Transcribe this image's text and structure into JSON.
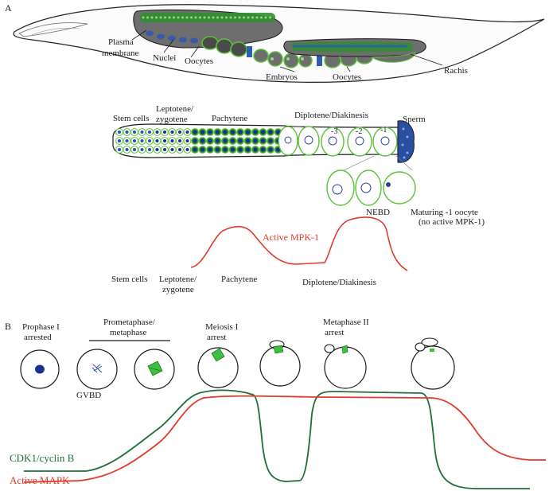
{
  "panel_a": {
    "letter": "A",
    "worm_labels": {
      "plasma_membrane_line1": "Plasma",
      "plasma_membrane_line2": "membrane",
      "nuclei": "Nuclei",
      "oocytes_left": "Oocytes",
      "embryos": "Embryos",
      "oocytes_right": "Oocytes",
      "rachis": "Rachis"
    },
    "gonad_labels": {
      "stem_cells": "Stem cells",
      "leptotene_line1": "Leptotene/",
      "leptotene_line2": "zygotene",
      "pachytene": "Pachytene",
      "diplotene": "Diplotene/Diakinesis",
      "sperm": "Sperm",
      "oocyte_minus3": "-3",
      "oocyte_minus2": "-2",
      "oocyte_minus1": "-1"
    },
    "maturation_labels": {
      "nebd": "NEBD",
      "maturing_line1": "Maturing -1 oocyte",
      "maturing_line2": "(no active MPK-1)"
    },
    "mpk_curve": {
      "label": "Active MPK-1",
      "color": "#e23a2a",
      "x_labels": {
        "stem_cells": "Stem cells",
        "leptotene_line1": "Leptotene/",
        "leptotene_line2": "zygotene",
        "pachytene": "Pachytene",
        "diplotene": "Diplotene/Diakinesis"
      }
    }
  },
  "panel_b": {
    "letter": "B",
    "stage_labels": {
      "prophase_line1": "Prophase I",
      "prophase_line2": "arrested",
      "prometaphase_line1": "Prometaphase/",
      "prometaphase_line2": "metaphase",
      "meiosis_line1": "Meiosis I",
      "meiosis_line2": "arrest",
      "metaphase2_line1": "Metaphase II",
      "metaphase2_line2": "arrest",
      "gvbd": "GVBD"
    },
    "curves": {
      "cdk1_label": "CDK1/cyclin B",
      "cdk1_color": "#1f6e3a",
      "mapk_label": "Active MAPK",
      "mapk_color": "#e23a2a"
    }
  },
  "colors": {
    "cell_outline": "#5cc23a",
    "nucleus_blue": "#1b2f8f",
    "gonad_fill": "#6e6e6e",
    "spindle_green": "#3fbf3f"
  }
}
